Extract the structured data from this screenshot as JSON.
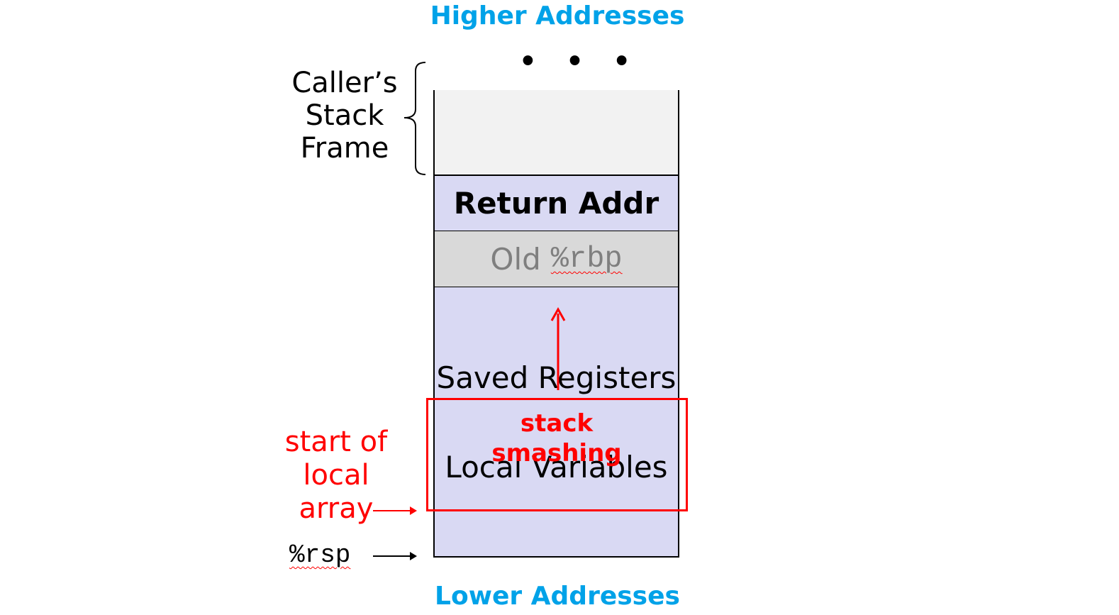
{
  "labels": {
    "higher": "Higher Addresses",
    "lower": "Lower Addresses",
    "ellipsis": "• • •",
    "caller_frame": [
      "Caller’s",
      "Stack",
      "Frame"
    ],
    "start_local": [
      "start of",
      "local",
      "array"
    ],
    "rsp": "%rsp"
  },
  "stack": {
    "return_addr": "Return Addr",
    "old_rbp_text": "Old",
    "old_rbp_reg": "%rbp",
    "saved_registers": "Saved Registers",
    "local_variables": "Local Variables"
  },
  "annotation": {
    "smashing": [
      "stack",
      "smashing"
    ]
  },
  "colors": {
    "title_blue": "#00a2e8",
    "highlight_red": "#ff0000",
    "frame_fill": "#d9d9f3",
    "rbp_fill": "#d9d9d9",
    "caller_fill": "#f2f2f2"
  }
}
